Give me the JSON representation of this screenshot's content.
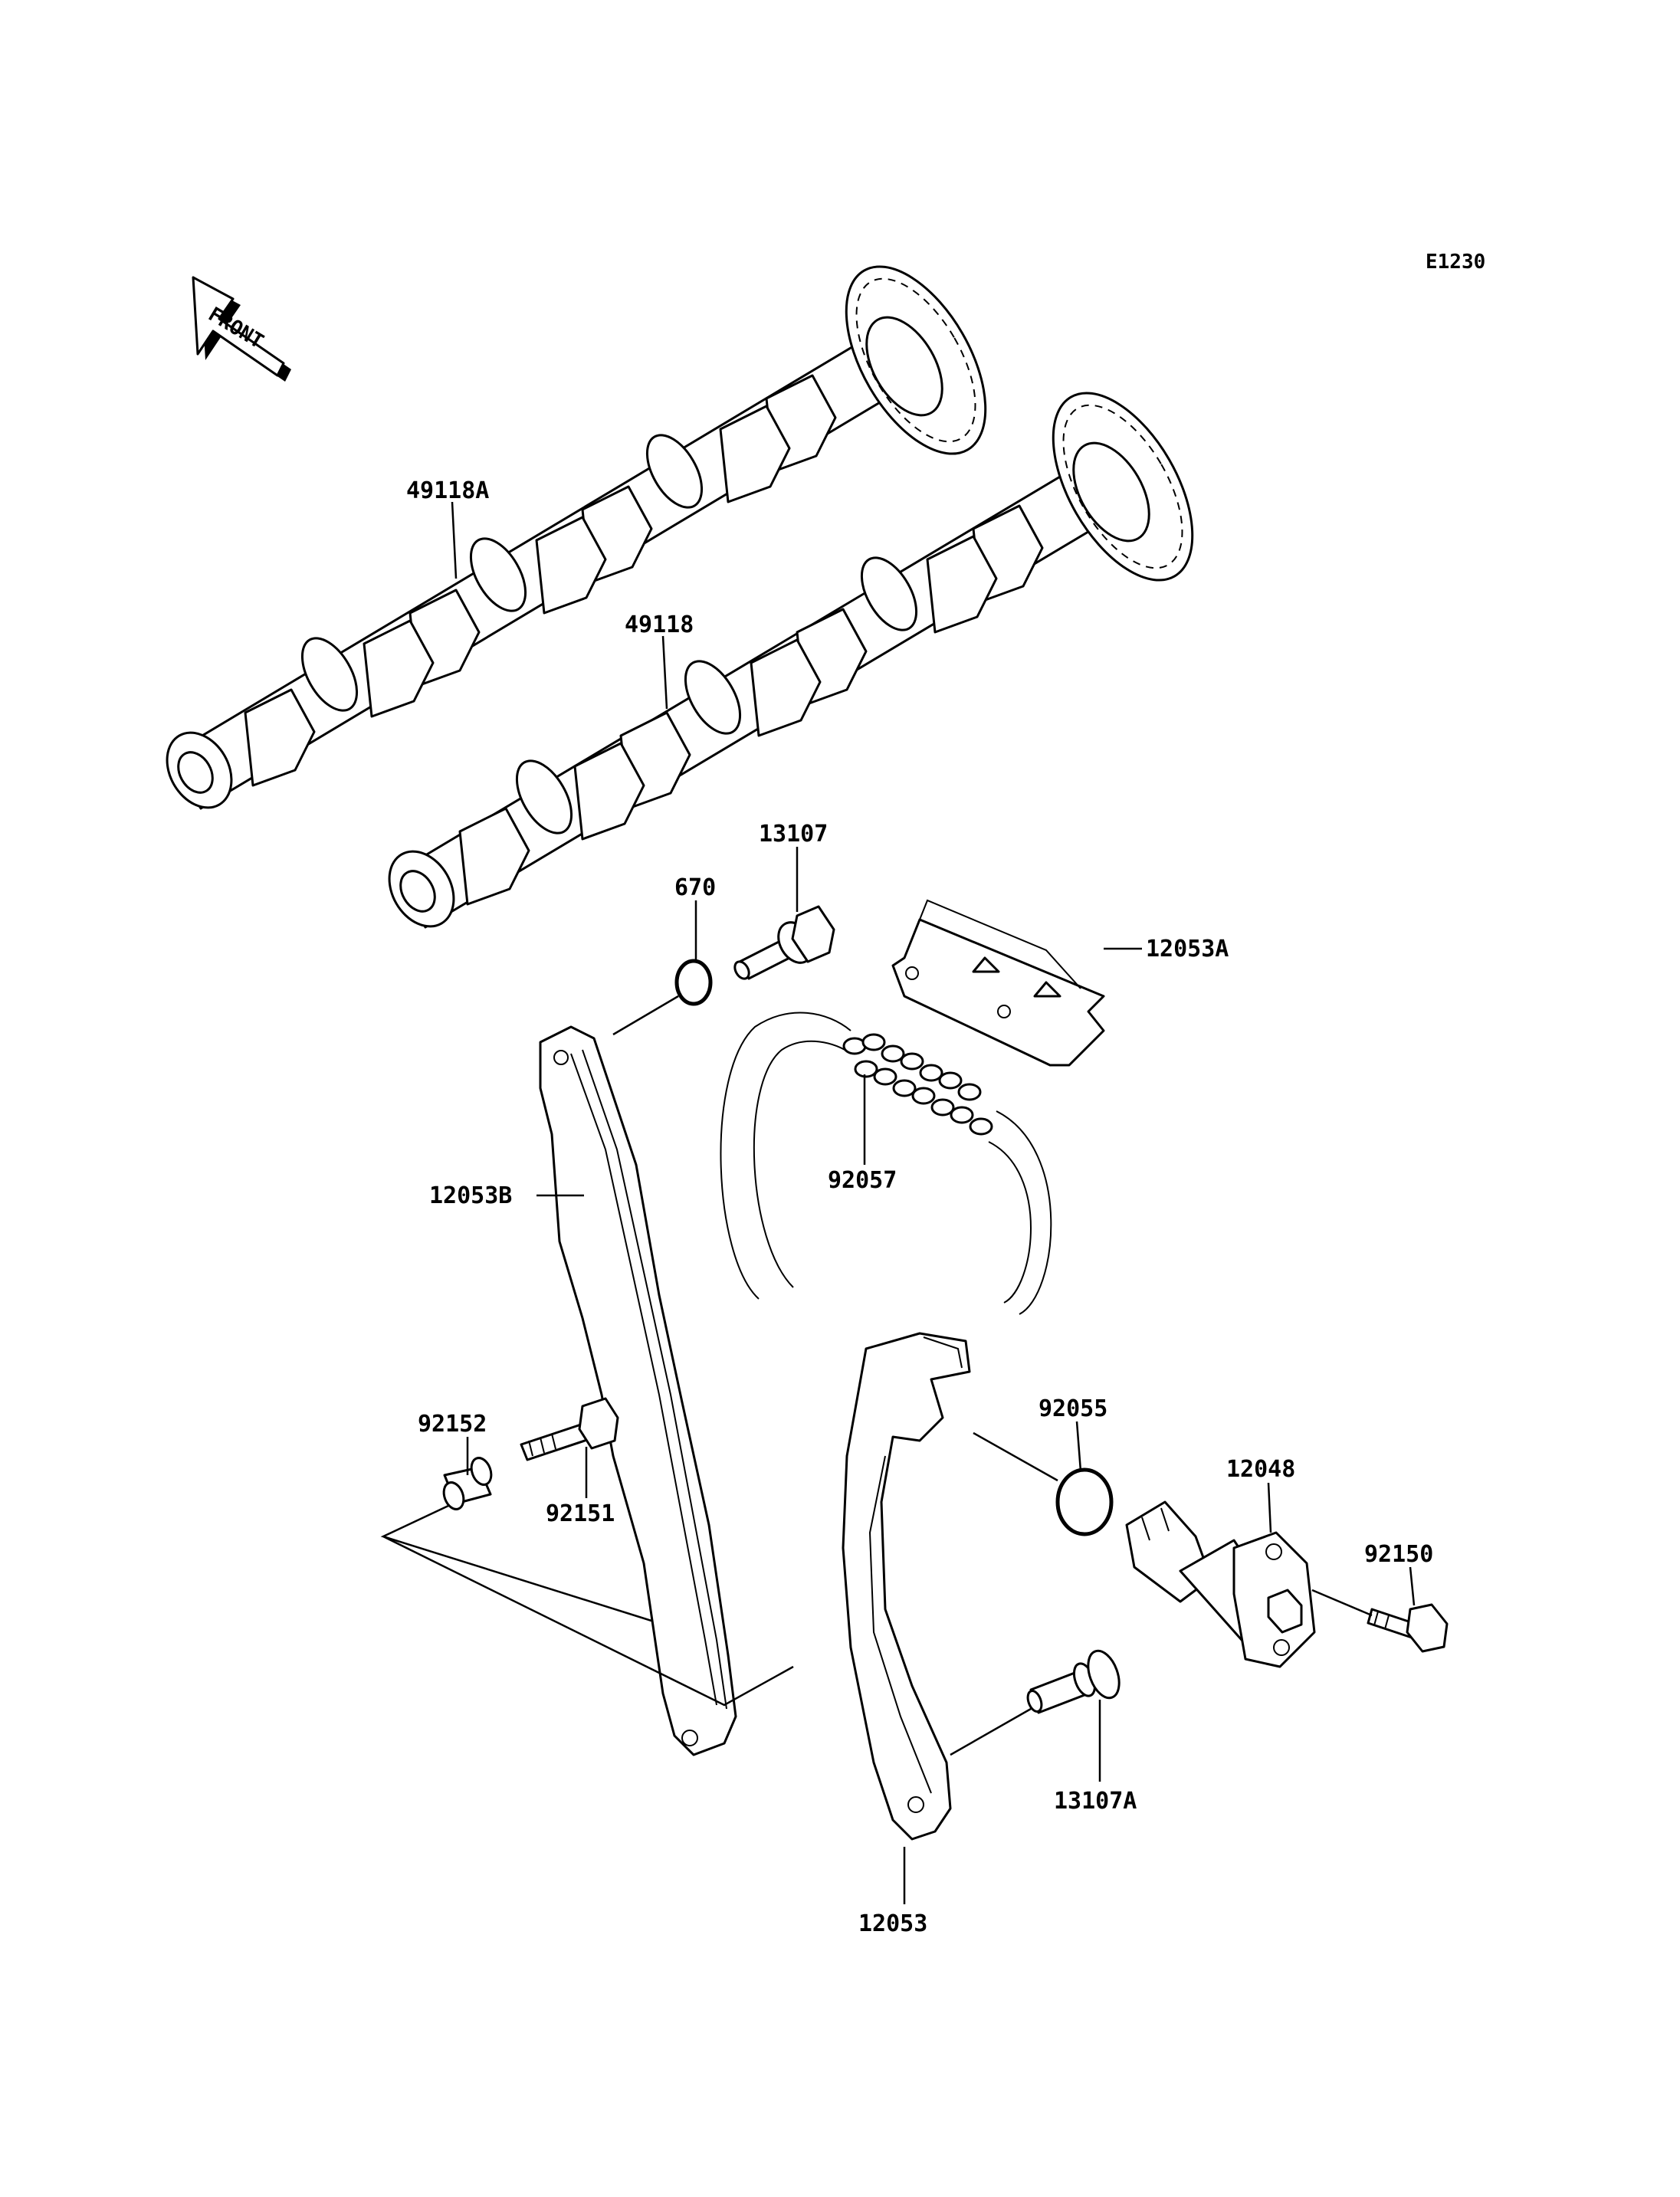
{
  "diagram_code": "E1230",
  "front_label": "FRONT",
  "parts": [
    {
      "id": "exhaust_camshaft",
      "number": "49118A"
    },
    {
      "id": "intake_camshaft",
      "number": "49118"
    },
    {
      "id": "bolt_upper",
      "number": "13107"
    },
    {
      "id": "o_ring_upper",
      "number": "670"
    },
    {
      "id": "upper_guide",
      "number": "12053A"
    },
    {
      "id": "front_guide",
      "number": "12053B"
    },
    {
      "id": "cam_chain",
      "number": "92057"
    },
    {
      "id": "collar",
      "number": "92152"
    },
    {
      "id": "bolt_guide",
      "number": "92151"
    },
    {
      "id": "o_ring_tensioner",
      "number": "92055"
    },
    {
      "id": "tensioner",
      "number": "12048"
    },
    {
      "id": "bolt_tensioner",
      "number": "92150"
    },
    {
      "id": "bolt_lower",
      "number": "13107A"
    },
    {
      "id": "rear_guide",
      "number": "12053"
    }
  ]
}
